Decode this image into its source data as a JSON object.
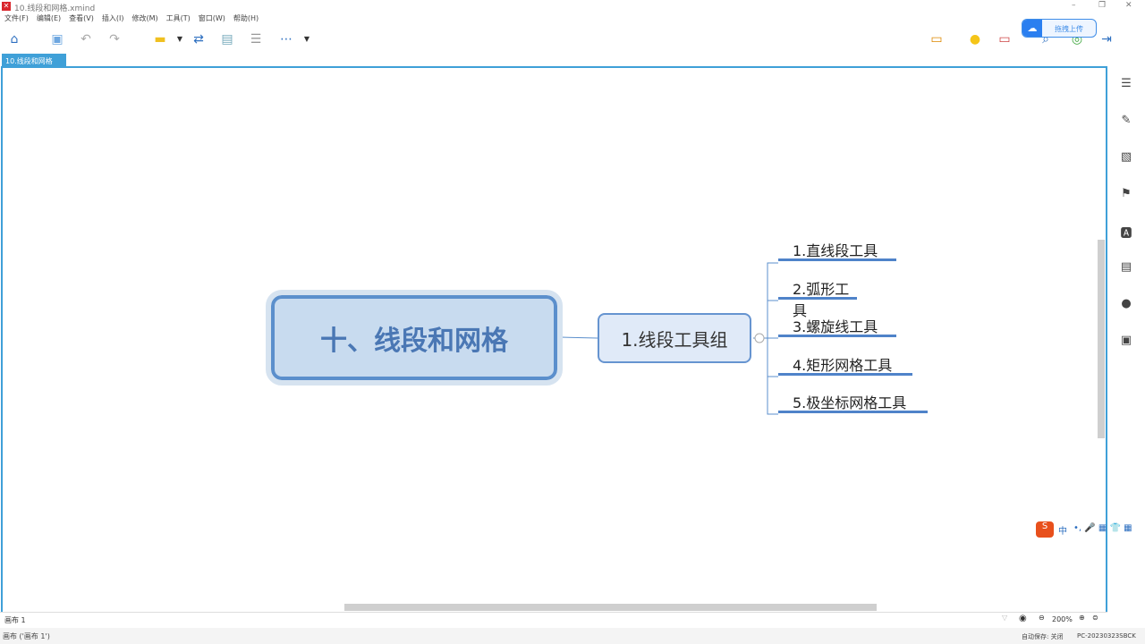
{
  "window": {
    "title": "10.线段和网格.xmind",
    "minimize": "–",
    "restore": "❐",
    "close": "✕"
  },
  "menu": [
    "文件(F)",
    "编辑(E)",
    "查看(V)",
    "插入(I)",
    "修改(M)",
    "工具(T)",
    "窗口(W)",
    "帮助(H)"
  ],
  "toolbar": {
    "icons": [
      "home-icon",
      "save-icon",
      "undo-icon",
      "redo-icon",
      "topic-style-icon",
      "relationship-icon",
      "summary-boundary-icon",
      "structure-icon",
      "more-icon"
    ],
    "upload_label": "拖拽上传"
  },
  "tab": {
    "label": "10.线段和网格",
    "close": "×"
  },
  "map": {
    "central": "十、线段和网格",
    "subtopic": "1.线段工具组",
    "leaves": [
      "1.直线段工具",
      "2.弧形工具",
      "3.螺旋线工具",
      "4.矩形网格工具",
      "5.极坐标网格工具"
    ]
  },
  "sheet": {
    "label": "画布 1",
    "zoom": "200%"
  },
  "status": {
    "left": "画布 ('画布 1')",
    "autosave": "自动保存: 关闭",
    "pc": "PC-20230323SBCK"
  },
  "ime": {
    "label": "中"
  },
  "colors": {
    "accent": "#3fa0d8",
    "central_fill": "#c8dbef",
    "central_border": "#5b8fcc",
    "leaf_line": "#4f83c9"
  }
}
